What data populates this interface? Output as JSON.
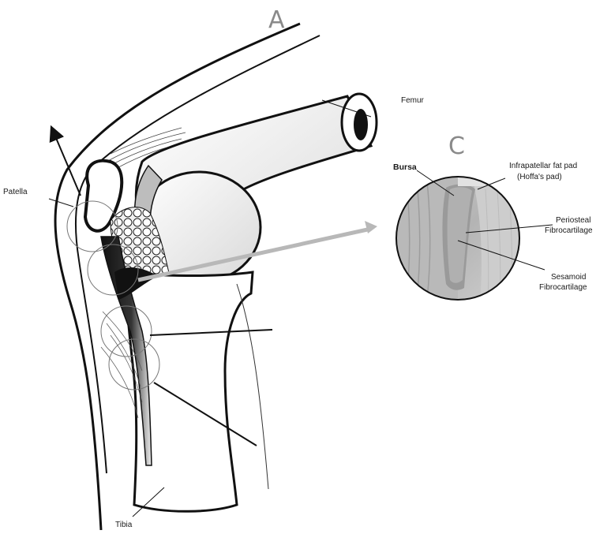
{
  "panels": {
    "main_letter": "A",
    "inset_letter": "C"
  },
  "labels": {
    "femur": "Femur",
    "patella": "Patella",
    "tibia": "Tibia",
    "bursa": "Bursa",
    "fat_pad_1": "Infrapatellar fat pad",
    "fat_pad_2": "(Hoffa's pad)",
    "periosteal_1": "Periosteal",
    "periosteal_2": "Fibrocartilage",
    "sesamoid_1": "Sesamoid",
    "sesamoid_2": "Fibrocartilage"
  }
}
